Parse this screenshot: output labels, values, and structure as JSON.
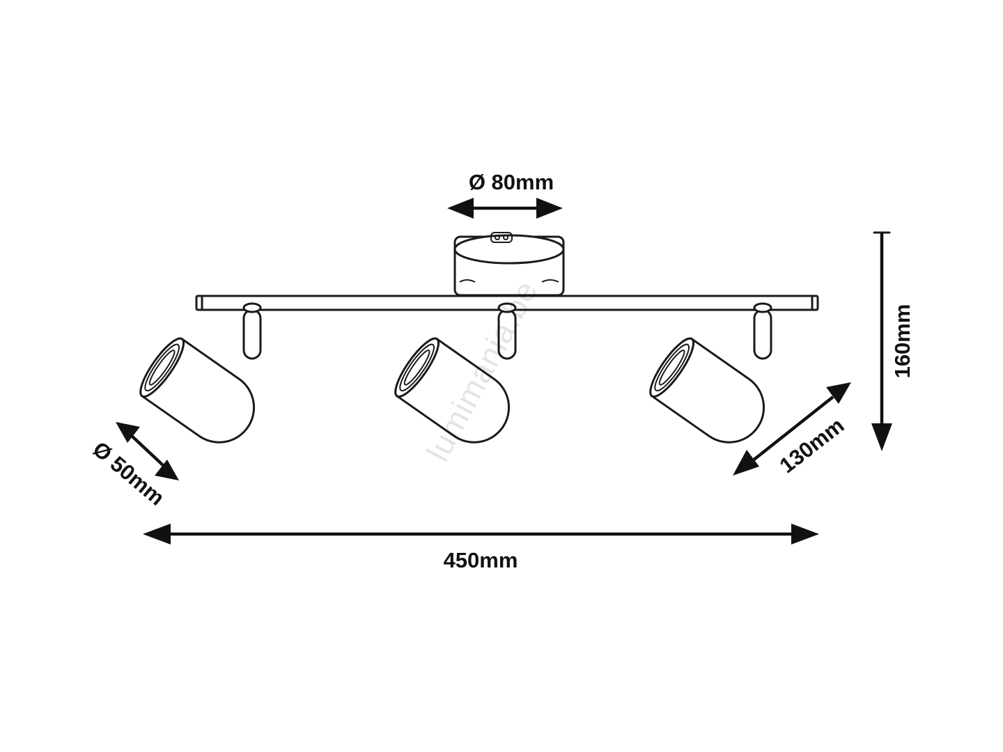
{
  "dimensions": {
    "canopy_diameter": "Ø 80mm",
    "total_width": "450mm",
    "total_height": "160mm",
    "spot_depth": "130mm",
    "spot_diameter": "Ø 50mm"
  },
  "watermark": "lumimania.be",
  "colors": {
    "line": "#1a1a1a",
    "background": "#ffffff"
  }
}
